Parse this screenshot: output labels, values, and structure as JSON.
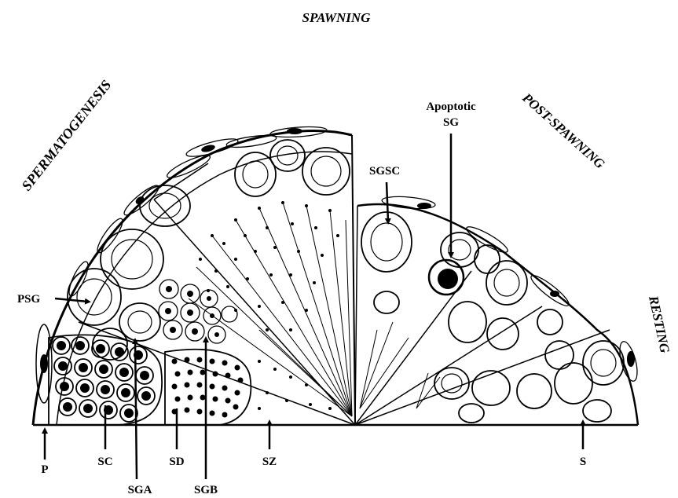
{
  "phases": {
    "spawning": "SPAWNING",
    "spermatogenesis": "SPERMATOGENESIS",
    "post_spawning": "POST-SPAWNING",
    "resting": "RESTING"
  },
  "labels": {
    "psg": "PSG",
    "apoptotic_line1": "Apoptotic",
    "apoptotic_line2": "SG",
    "sgsc": "SGSC",
    "p": "P",
    "sc": "SC",
    "sga": "SGA",
    "sd": "SD",
    "sgb": "SGB",
    "sz": "SZ",
    "s": "S"
  },
  "colors": {
    "ink": "#000000",
    "paper": "#ffffff"
  }
}
